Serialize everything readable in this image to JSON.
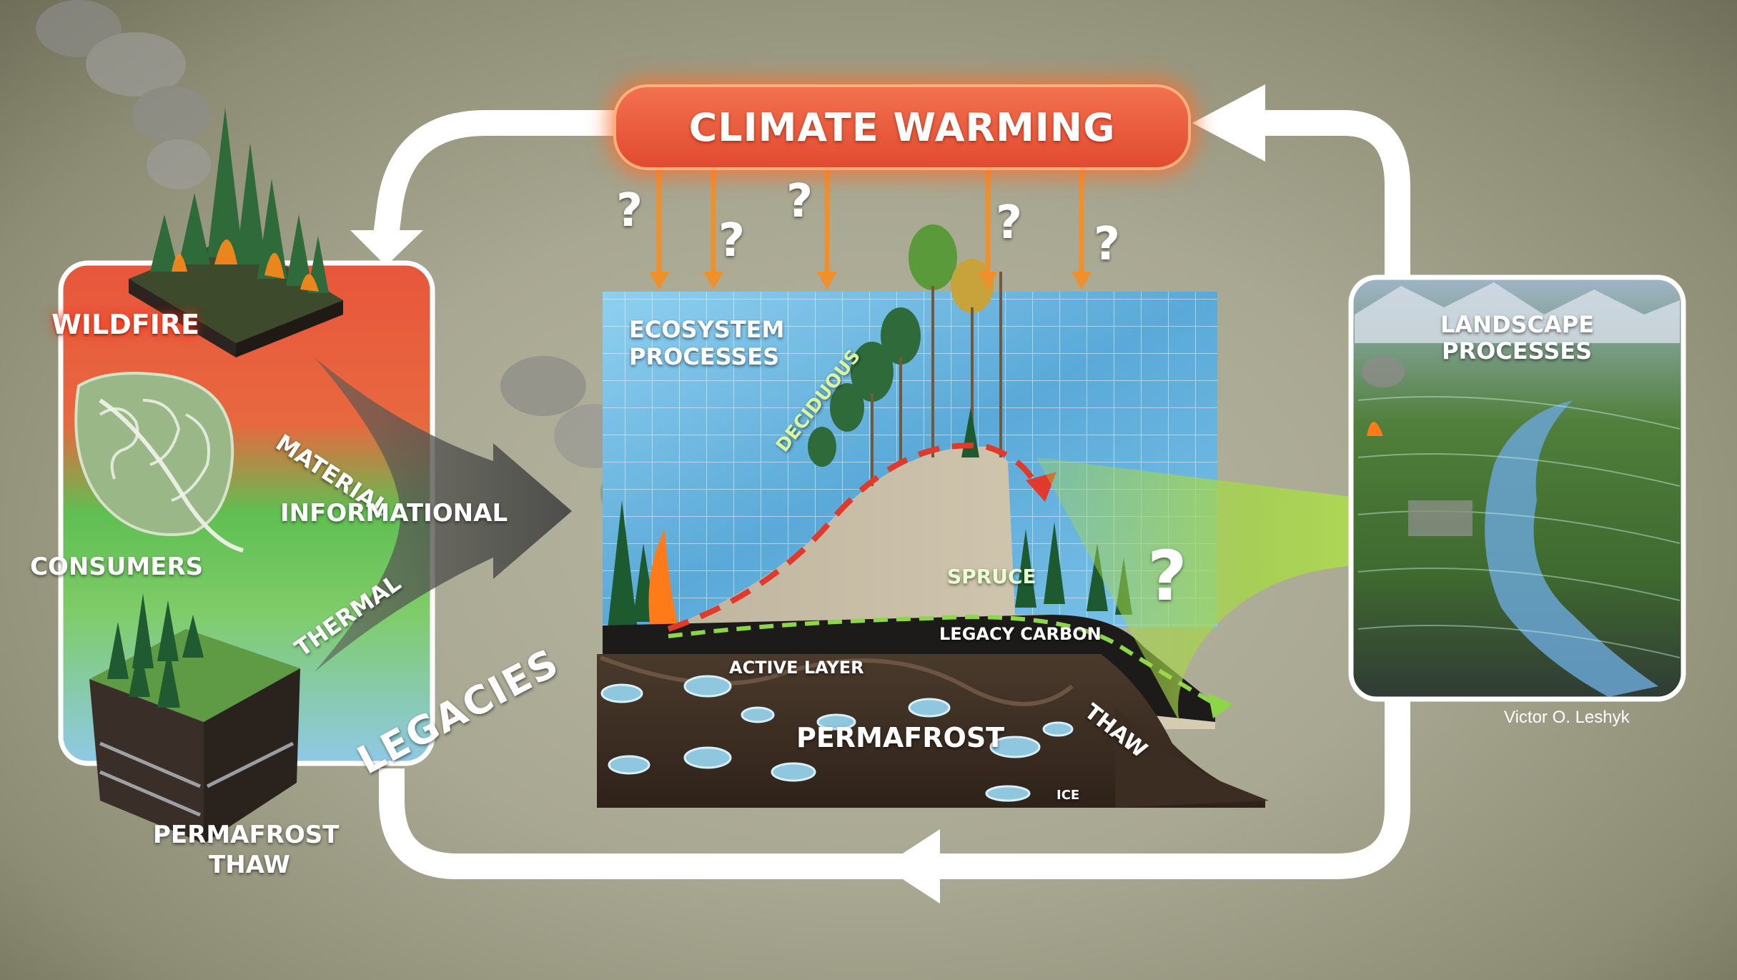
{
  "colors": {
    "background": "#a9a892",
    "loop_arrow": "#ffffff",
    "climate_box": "#e85a3a",
    "arrow_orange": "#f0902a",
    "legacies_arrow": "#555550",
    "landscape_arrow": "#a6d64a",
    "trajectory_red": "#e23a2a",
    "trajectory_green": "#8dd648"
  },
  "climate": {
    "label": "CLIMATE WARMING"
  },
  "question_mark": "?",
  "left_panel": {
    "wildfire": "WILDFIRE",
    "consumers": "CONSUMERS",
    "permafrost_thaw_line1": "PERMAFROST",
    "permafrost_thaw_line2": "THAW"
  },
  "legacies": {
    "title": "LEGACIES",
    "material": "MATERIAL",
    "informational": "INFORMATIONAL",
    "thermal": "THERMAL"
  },
  "center_panel": {
    "title_line1": "ECOSYSTEM",
    "title_line2": "PROCESSES",
    "deciduous": "DECIDUOUS",
    "spruce": "SPRUCE",
    "legacy_carbon": "LEGACY CARBON",
    "active_layer": "ACTIVE LAYER",
    "permafrost": "PERMAFROST",
    "thaw": "THAW",
    "ice": "ICE"
  },
  "right_panel": {
    "title_line1": "LANDSCAPE",
    "title_line2": "PROCESSES"
  },
  "credit": "Victor O. Leshyk"
}
